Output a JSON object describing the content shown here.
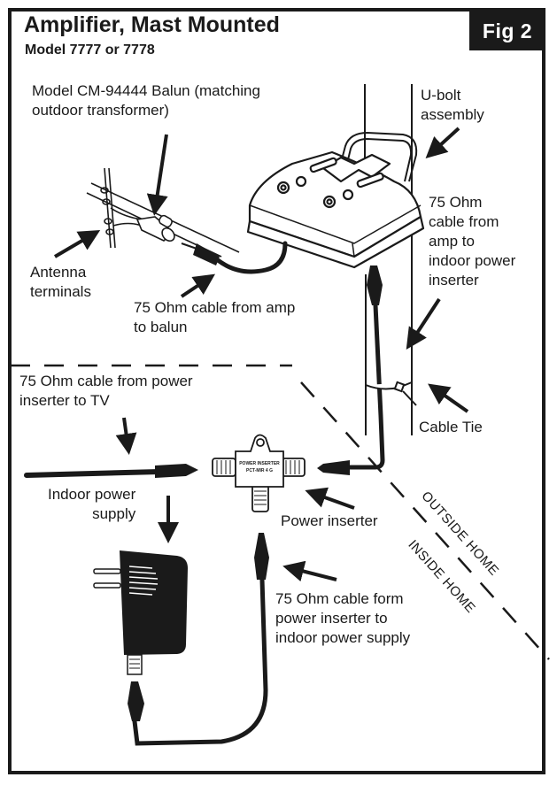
{
  "header": {
    "title": "Amplifier, Mast Mounted",
    "subtitle": "Model 7777 or 7778",
    "figure_badge": "Fig 2"
  },
  "labels": {
    "balun": "Model CM-94444 Balun (matching\noutdoor transformer)",
    "ubolt": "U-bolt\nassembly",
    "cable_amp_to_inserter": "75 Ohm\ncable from\namp to\nindoor power\ninserter",
    "antenna_terminals": "Antenna\nterminals",
    "cable_amp_to_balun": "75 Ohm cable from amp\nto balun",
    "cable_inserter_to_tv": "75 Ohm cable from power\ninserter to TV",
    "cable_tie": "Cable Tie",
    "indoor_power_supply": "Indoor power\nsupply",
    "power_inserter": "Power inserter",
    "cable_inserter_to_supply": "75 Ohm cable form\npower inserter to\nindoor power supply"
  },
  "zones": {
    "outside": "OUTSIDE HOME",
    "inside": "INSIDE HOME"
  },
  "device": {
    "inserter_line1": "POWER INSERTER",
    "inserter_line2": "PCT-MIR 4 G"
  },
  "colors": {
    "ink": "#1a1a1a",
    "paper": "#ffffff"
  }
}
